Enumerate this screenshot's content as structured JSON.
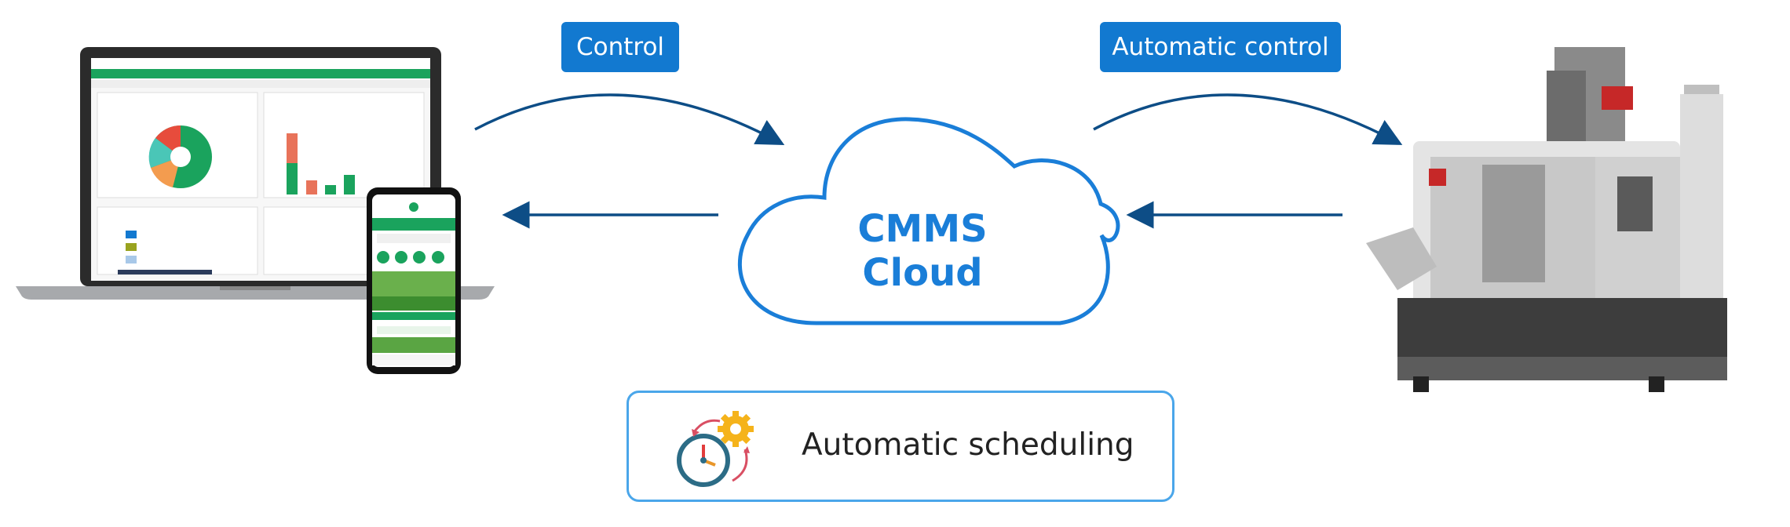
{
  "labels": {
    "control": "Control",
    "automatic_control": "Automatic control",
    "cloud": "CMMS Cloud",
    "scheduling": "Automatic scheduling"
  },
  "icons": {
    "laptop": "laptop-dashboard-icon",
    "phone": "phone-app-icon",
    "cloud": "cloud-icon",
    "clock_gear": "clock-gear-icon",
    "machine": "cnc-machine-icon"
  },
  "colors": {
    "accent": "#1279d0",
    "arrow": "#0d4d86",
    "cloud_stroke": "#1a7ed8",
    "box_border": "#4aa6ea",
    "green": "#1aa35d"
  }
}
